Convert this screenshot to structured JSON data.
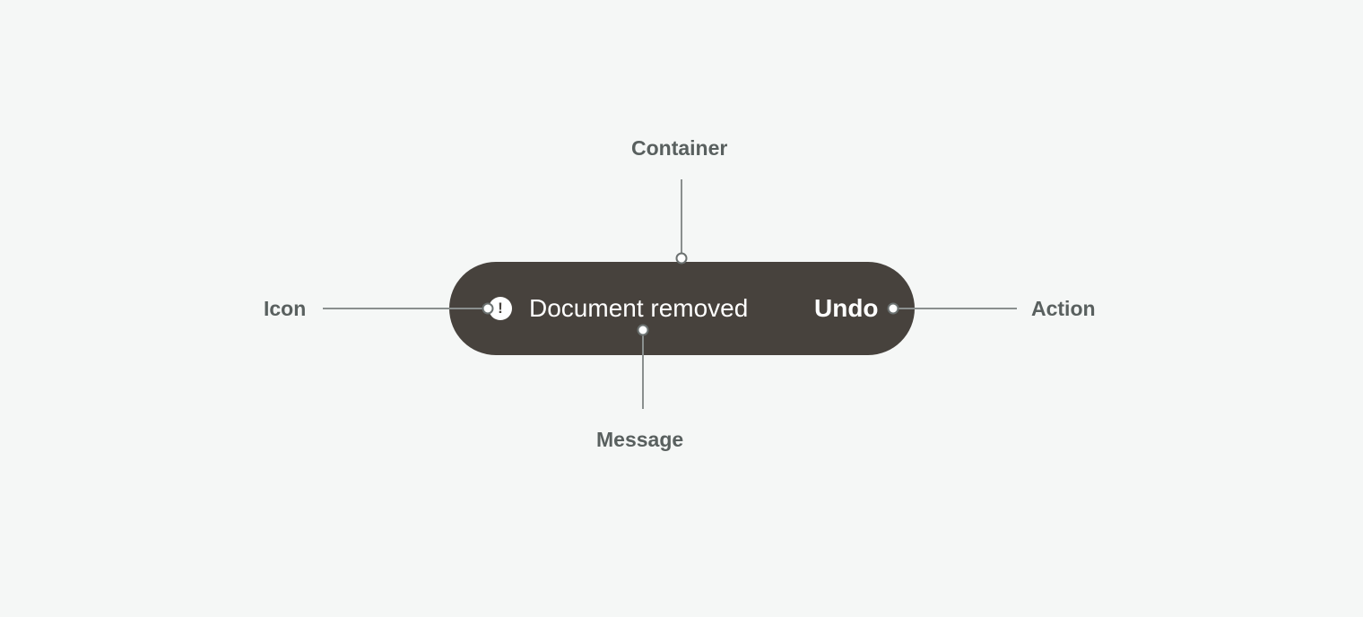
{
  "callouts": {
    "container": "Container",
    "icon": "Icon",
    "action": "Action",
    "message": "Message"
  },
  "snackbar": {
    "icon_name": "exclamation-icon",
    "icon_glyph": "!",
    "message": "Document removed",
    "action_label": "Undo"
  },
  "colors": {
    "background": "#f5f7f6",
    "container": "#47423d",
    "label_text": "#59605f",
    "leader_line": "#8a8f8e"
  }
}
